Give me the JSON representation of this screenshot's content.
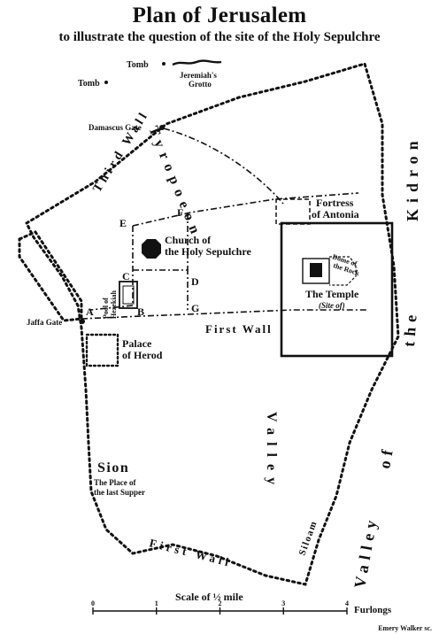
{
  "header": {
    "title": "Plan of Jerusalem",
    "subtitle": "to illustrate the question of the site of the Holy Sepulchre"
  },
  "labels": {
    "tomb_top": "Tomb",
    "tomb_left": "Tomb",
    "grotto": "Jeremiah's Grotto",
    "damascus_gate": "Damascus Gate",
    "third_wall": "Third Wall",
    "tyropoeon": "Tyropoeon",
    "fortress": "Fortress of Antonia",
    "church": "Church of the Holy Sepulchre",
    "dome": "Dome of the Rock",
    "temple": "The Temple",
    "temple_site": "(Site of)",
    "pool": "Pool of Hezekiah",
    "jaffa_gate": "Jaffa Gate",
    "first_wall_north": "First Wall",
    "palace": "Palace of Herod",
    "sion": "Sion",
    "last_supper": "The Place of the last Supper",
    "first_wall_south": "First Wall",
    "siloam": "Siloam",
    "valley_kidron": "Valley of the Kidron",
    "valley_kidron_parts": [
      "Valley",
      "of",
      "the",
      "Kidron"
    ],
    "valley_tyropoeon": "Valley",
    "points": [
      "A",
      "B",
      "C",
      "D",
      "E",
      "F",
      "G"
    ]
  },
  "scale": {
    "label": "Scale of ½ mile",
    "ticks": [
      "0",
      "1",
      "2",
      "3",
      "4"
    ],
    "unit": "Furlongs"
  },
  "credit": "Emery Walker sc."
}
